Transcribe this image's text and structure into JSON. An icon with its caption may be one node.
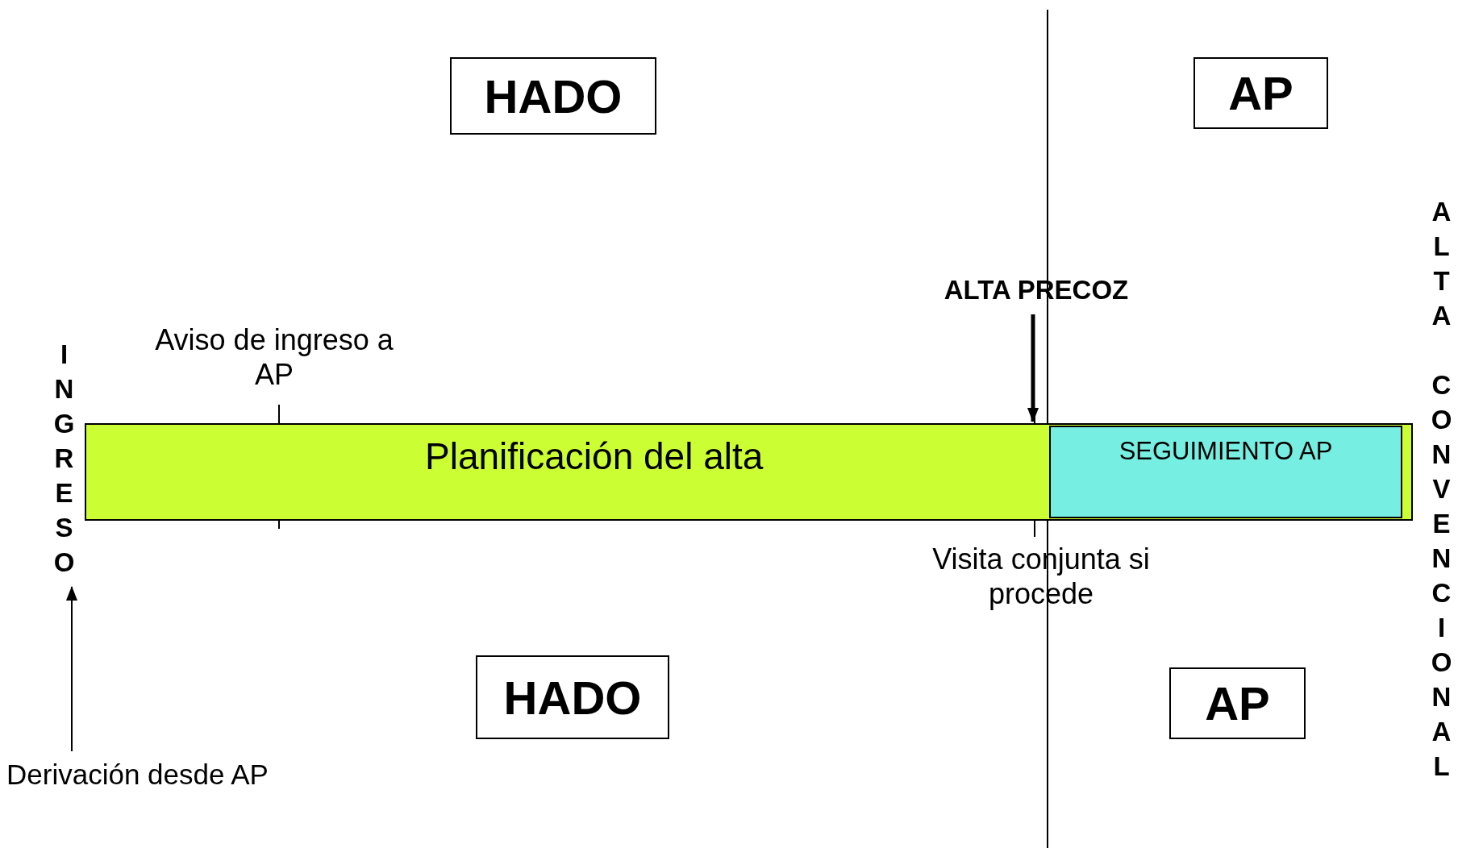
{
  "diagram": {
    "nodes": [
      {
        "text": [
          "HADO"
        ]
      },
      {
        "text": [
          "AP"
        ]
      },
      {
        "text": [
          "ALTA PRECOZ"
        ]
      },
      {
        "text": [
          "INGRESO"
        ]
      },
      {
        "text": [
          "Planificación del alta"
        ]
      },
      {
        "text": [
          "SEGUIMIENTO AP"
        ],
        "in": 4
      },
      {
        "text": [
          "Aviso de ingreso a AP"
        ]
      },
      {
        "text": [
          "Visita conjunta si procede"
        ]
      },
      {
        "text": [
          "HADO"
        ]
      },
      {
        "text": [
          "AP"
        ]
      },
      {
        "text": [
          "ALTA CONVENCIONAL"
        ]
      },
      {
        "text": [
          "Derivación desde AP"
        ]
      }
    ],
    "edges": [
      {
        "from": 2,
        "to": 4,
        "arrow": "to",
        "style": "thick"
      },
      {
        "from": 6,
        "to": 4,
        "arrow": "none"
      },
      {
        "from": 7,
        "to": 4,
        "arrow": "none"
      },
      {
        "from": 11,
        "to": 3,
        "arrow": "to"
      }
    ]
  }
}
